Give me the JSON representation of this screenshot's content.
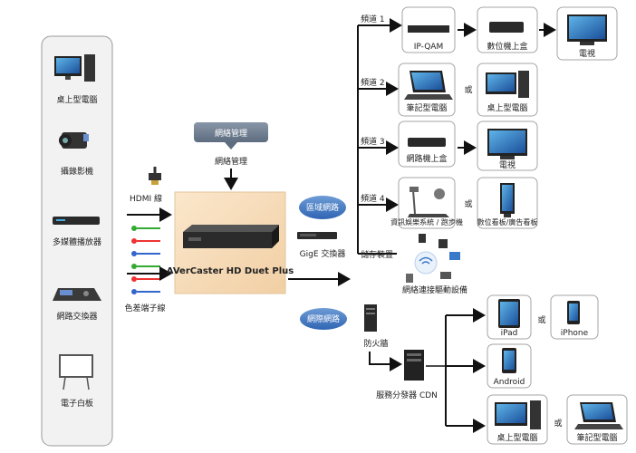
{
  "sources": {
    "desktop": "桌上型電腦",
    "camcorder": "攝錄影機",
    "media_player": "多媒體播放器",
    "network_switch": "網路交換器",
    "whiteboard": "電子白板"
  },
  "cables": {
    "hdmi": "HDMI 線",
    "component": "色差端子線"
  },
  "management": {
    "bubble": "網絡管理",
    "label": "網絡管理"
  },
  "device": {
    "name": "AVerCaster HD Duet Plus"
  },
  "network": {
    "lan": "區域網路",
    "gige": "GigE 交換器",
    "internet": "網際網路"
  },
  "channels": {
    "ch1": "頻道 1",
    "ch2": "頻道 2",
    "ch3": "頻道 3",
    "ch4": "頻道 4"
  },
  "targets": {
    "ipqam": "IP-QAM",
    "stb_digital": "數位機上盒",
    "tv": "電視",
    "notebook": "筆記型電腦",
    "desktop": "桌上型電腦",
    "net_stb": "網路機上盒",
    "tv2": "電視",
    "fitness": "資訊娛樂系統 / 跑步機",
    "signage": "數位看板/廣告看板",
    "storage": "儲存裝置",
    "network_devices": "網絡連接驅動設備",
    "or": "或"
  },
  "cdn": {
    "firewall": "防火牆",
    "server": "服務分發器 CDN",
    "ipad": "iPad",
    "iphone": "iPhone",
    "android": "Android",
    "desktop": "桌上型電腦",
    "notebook": "筆記型電腦",
    "or": "或"
  },
  "colors": {
    "accent_blue": "#3a78c8",
    "panel_bg": "#f2f2f2",
    "device_box": "#f6dcb8"
  }
}
